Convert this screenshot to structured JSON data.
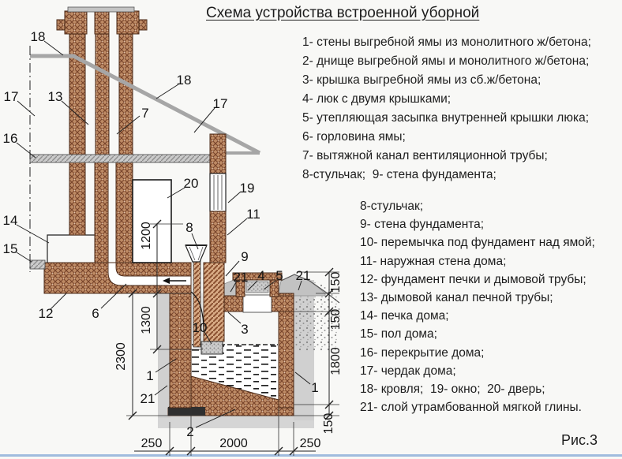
{
  "title": "Схема устройства встроенной уборной",
  "figure_caption": "Рис.3",
  "legend_primary": [
    "1- стены выгребной ямы из монолитного ж/бетона;",
    "2- днище выгребной ямы и монолитного ж/бетона;",
    "3- крышка выгребной ямы из сб.ж/бетона;",
    "4- люк с двумя крышками;",
    "5- утепляющая засыпка внутренней крышки люка;",
    "6- горловина ямы;",
    "7- вытяжной канал вентиляционной трубы;",
    "8-стульчак;  9- стена фундамента;"
  ],
  "legend_secondary": [
    "8-стульчак;",
    "9- стена фундамента;",
    "10- перемычка под фундамент над ямой;",
    "11- наружная стена дома;",
    "12- фундамент печки и дымовой трубы;",
    "13- дымовой канал печной трубы;",
    "14- печка дома;",
    "15- пол дома;",
    "16- перекрытие дома;",
    "17- чердак дома;",
    "18- кровля;  19- окно;  20- дверь;",
    "21- слой утрамбованной мягкой глины."
  ],
  "callouts": {
    "1": "1",
    "2": "2",
    "3": "3",
    "4": "4",
    "5": "5",
    "6": "6",
    "7": "7",
    "8": "8",
    "9": "9",
    "10": "10",
    "11": "11",
    "12": "12",
    "13": "13",
    "14": "14",
    "15": "15",
    "16": "16",
    "17": "17",
    "18": "18",
    "19": "19",
    "20": "20",
    "21": "21"
  },
  "dimensions": {
    "d1200": "1200",
    "d1300": "1300",
    "d2300": "2300",
    "d1800": "1800",
    "d150": "150",
    "d2000": "2000",
    "d250": "250"
  },
  "colors": {
    "brick": "#bd8a64",
    "brick_hatch": "#77432a",
    "foundation": "#d8ab85",
    "slab_gray": "#cbcbcb",
    "roof_gray": "#a6a6a6",
    "clay_gray": "#c9c9c9",
    "bottom_accent": "#7ba3d4",
    "text": "#1d1d1d"
  }
}
